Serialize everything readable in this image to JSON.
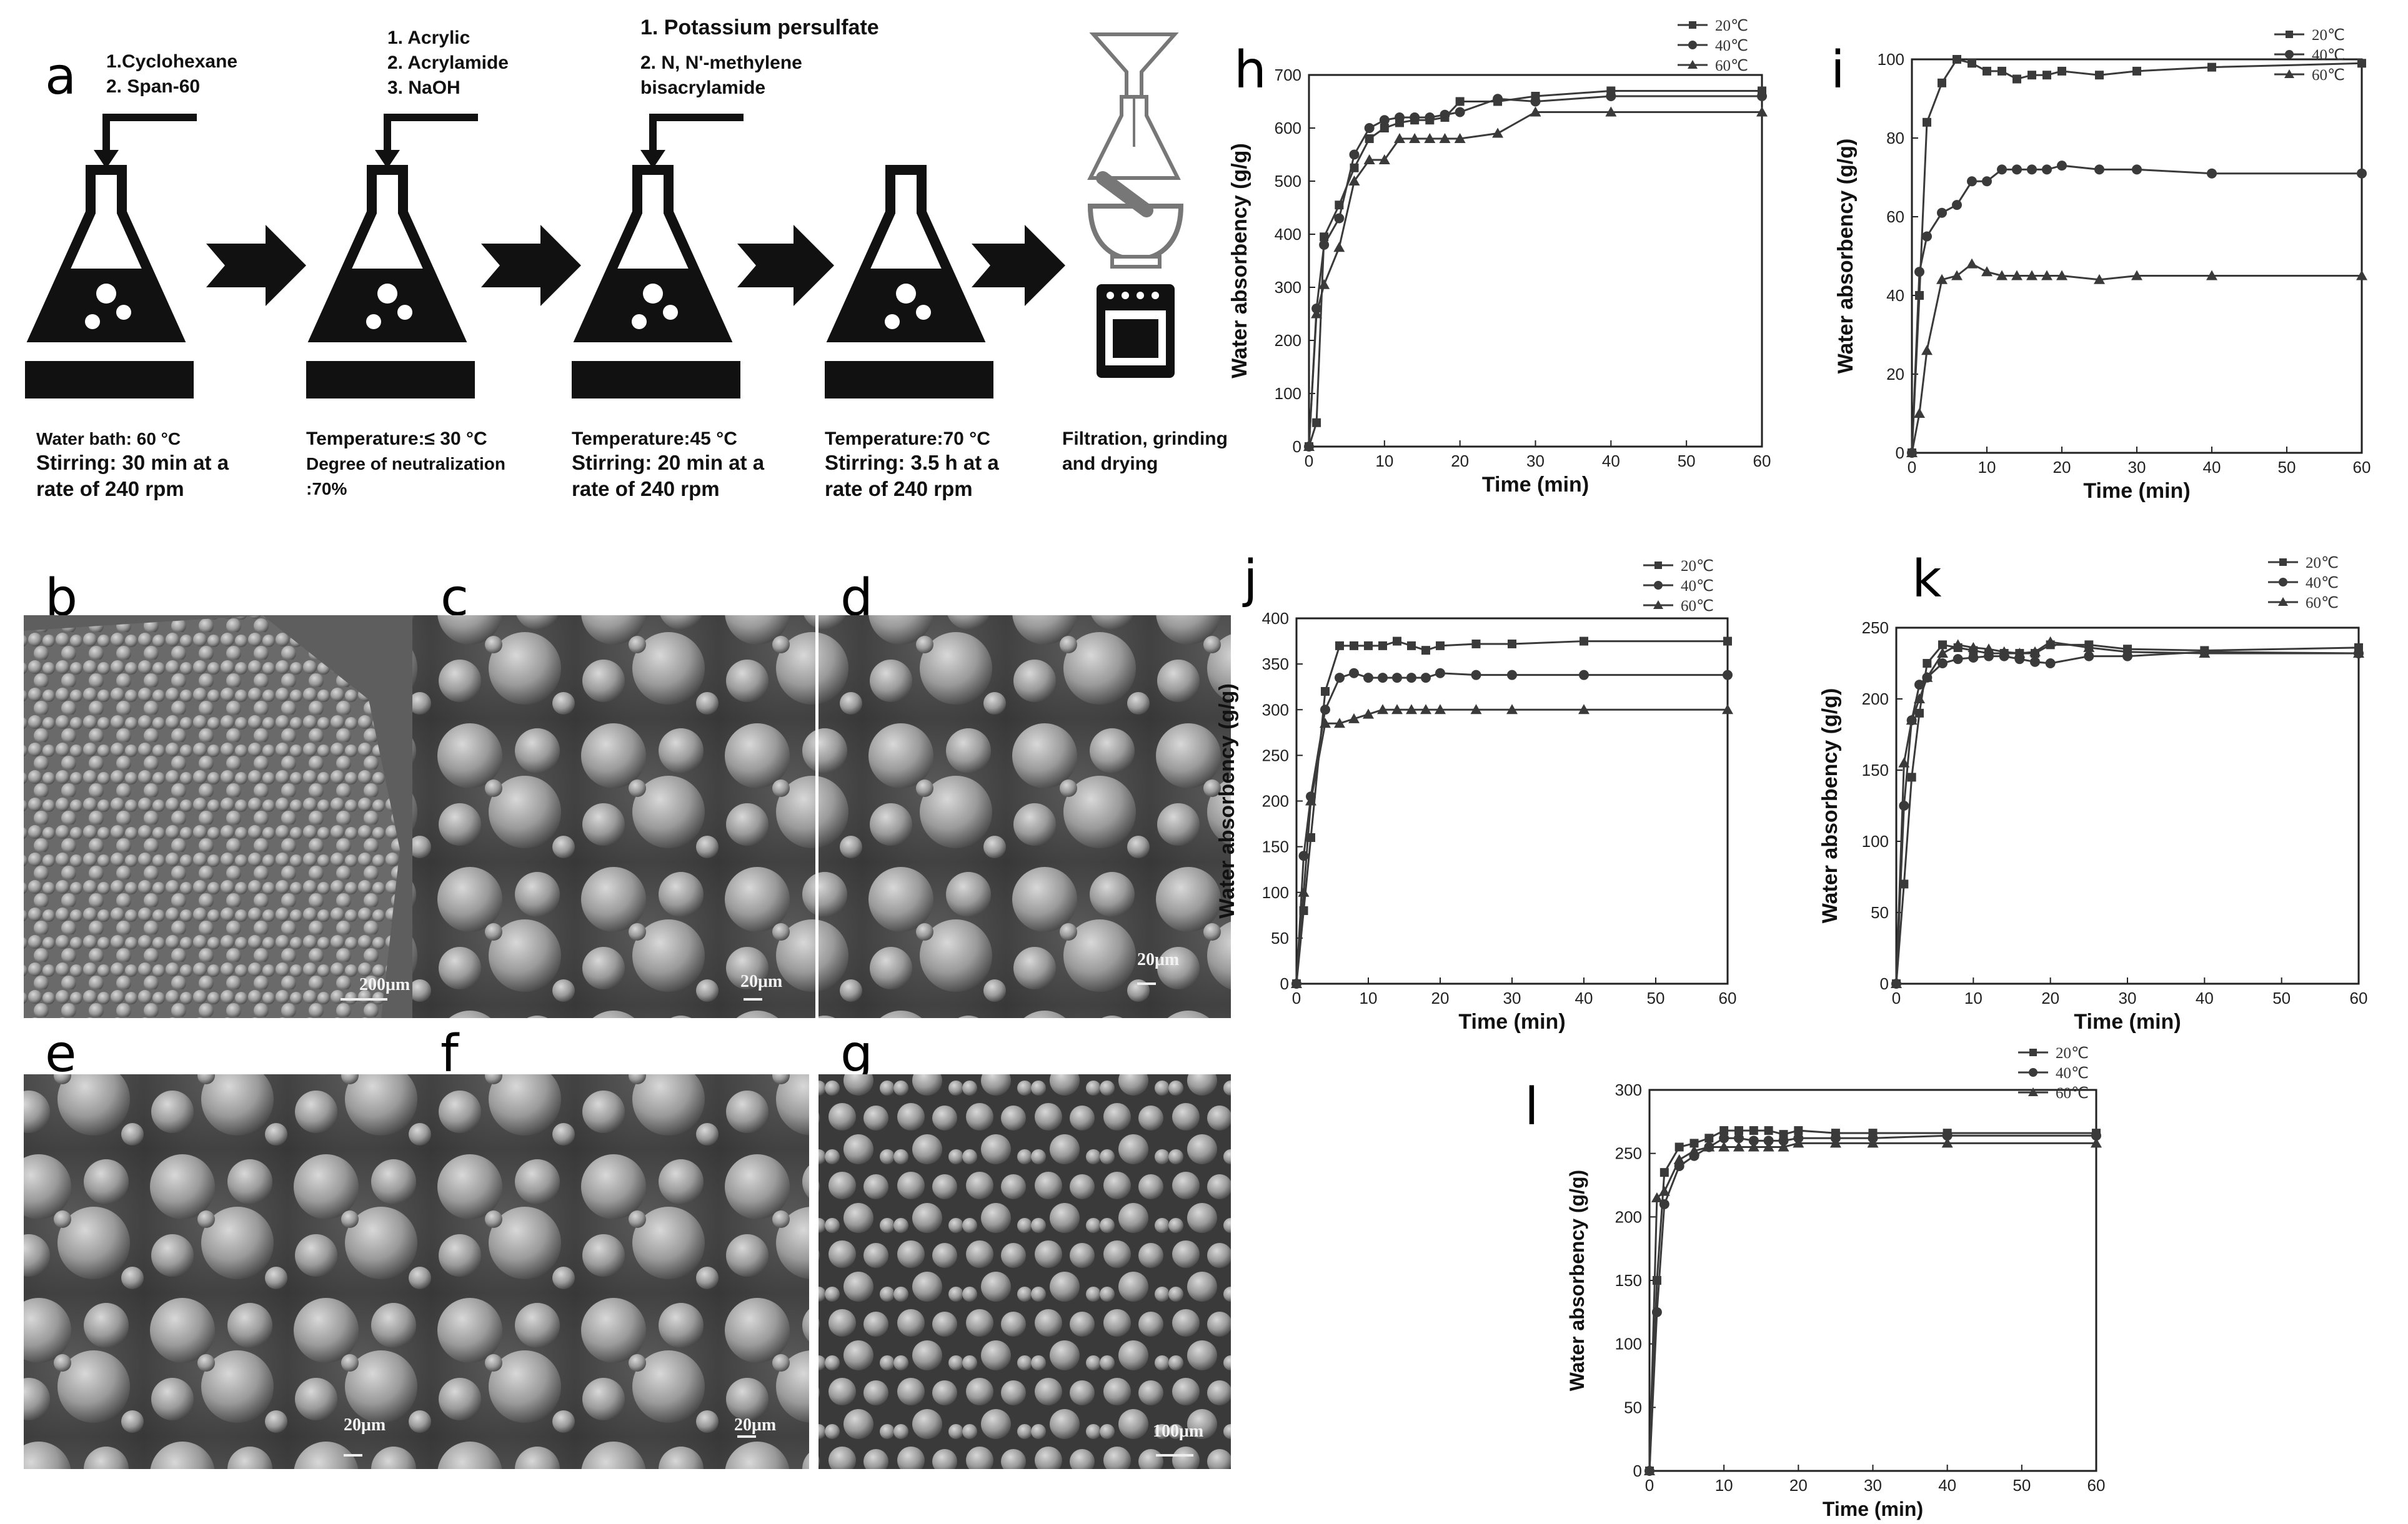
{
  "figure": {
    "panel_labels": {
      "a": "a",
      "b": "b",
      "c": "c",
      "d": "d",
      "e": "e",
      "f": "f",
      "g": "g"
    },
    "scheme": {
      "steps": [
        {
          "reagents": [
            "1.Cyclohexane",
            "2. Span-60"
          ],
          "conditions": [
            "Water bath: 60 °C",
            "Stirring:  30 min at a",
            "rate of 240 rpm"
          ]
        },
        {
          "reagents": [
            "1. Acrylic",
            "2. Acrylamide",
            "3. NaOH"
          ],
          "conditions": [
            "Temperature:≤ 30 °C",
            "Degree of neutralization",
            ":70%"
          ]
        },
        {
          "reagents": [
            "1. Potassium persulfate",
            "2. N, N'-methylene",
            "bisacrylamide"
          ],
          "conditions": [
            "Temperature:45 °C",
            "Stirring:  20 min at a",
            "rate of 240 rpm"
          ]
        },
        {
          "reagents": [],
          "conditions": [
            "Temperature:70 °C",
            "Stirring:   3.5  h  at  a",
            "rate of 240 rpm"
          ]
        }
      ],
      "final_step": [
        "Filtration, grinding",
        "and drying"
      ],
      "final_icons": [
        "funnel-flask-icon",
        "mortar-pestle-icon",
        "oven-icon"
      ]
    },
    "sem_scale_bars": {
      "b": "200μm",
      "c": "20μm",
      "d": "20μm",
      "e": "20μm",
      "f": "20μm",
      "g": "100μm"
    },
    "line_color": "#3a3a3a"
  },
  "chart_data": [
    {
      "panel": "h",
      "type": "line",
      "xlabel": "Time (min)",
      "ylabel": "Water absorbency (g/g)",
      "xlim": [
        0,
        60
      ],
      "ylim": [
        0,
        700
      ],
      "xticks": [
        0,
        10,
        20,
        30,
        40,
        50,
        60
      ],
      "yticks": [
        0,
        100,
        200,
        300,
        400,
        500,
        600,
        700
      ],
      "legend_position": "top-right",
      "series": [
        {
          "name": "20℃",
          "marker": "square",
          "x": [
            0,
            1,
            2,
            4,
            6,
            8,
            10,
            12,
            14,
            16,
            18,
            20,
            25,
            30,
            40,
            60
          ],
          "y": [
            0,
            45,
            395,
            455,
            525,
            580,
            600,
            610,
            615,
            615,
            620,
            650,
            650,
            660,
            670,
            670
          ]
        },
        {
          "name": "40℃",
          "marker": "circle",
          "x": [
            0,
            1,
            2,
            4,
            6,
            8,
            10,
            12,
            14,
            16,
            18,
            20,
            25,
            30,
            40,
            60
          ],
          "y": [
            0,
            260,
            380,
            430,
            550,
            600,
            615,
            620,
            620,
            620,
            625,
            630,
            655,
            650,
            660,
            660
          ]
        },
        {
          "name": "60℃",
          "marker": "triangle",
          "x": [
            0,
            1,
            2,
            4,
            6,
            8,
            10,
            12,
            14,
            16,
            18,
            20,
            25,
            30,
            40,
            60
          ],
          "y": [
            0,
            250,
            305,
            375,
            500,
            540,
            540,
            580,
            580,
            580,
            580,
            580,
            590,
            630,
            630,
            630
          ]
        }
      ]
    },
    {
      "panel": "i",
      "type": "line",
      "xlabel": "Time (min)",
      "ylabel": "Water absorbency (g/g)",
      "xlim": [
        0,
        60
      ],
      "ylim": [
        0,
        100
      ],
      "xticks": [
        0,
        10,
        20,
        30,
        40,
        50,
        60
      ],
      "yticks": [
        0,
        20,
        40,
        60,
        80,
        100
      ],
      "legend_position": "top-right",
      "series": [
        {
          "name": "20℃",
          "marker": "square",
          "x": [
            0,
            1,
            2,
            4,
            6,
            8,
            10,
            12,
            14,
            16,
            18,
            20,
            25,
            30,
            40,
            60
          ],
          "y": [
            0,
            40,
            84,
            94,
            100,
            99,
            97,
            97,
            95,
            96,
            96,
            97,
            96,
            97,
            98,
            99
          ]
        },
        {
          "name": "40℃",
          "marker": "circle",
          "x": [
            0,
            1,
            2,
            4,
            6,
            8,
            10,
            12,
            14,
            16,
            18,
            20,
            25,
            30,
            40,
            60
          ],
          "y": [
            0,
            46,
            55,
            61,
            63,
            69,
            69,
            72,
            72,
            72,
            72,
            73,
            72,
            72,
            71,
            71
          ]
        },
        {
          "name": "60℃",
          "marker": "triangle",
          "x": [
            0,
            1,
            2,
            4,
            6,
            8,
            10,
            12,
            14,
            16,
            18,
            20,
            25,
            30,
            40,
            60
          ],
          "y": [
            0,
            10,
            26,
            44,
            45,
            48,
            46,
            45,
            45,
            45,
            45,
            45,
            44,
            45,
            45,
            45
          ]
        }
      ]
    },
    {
      "panel": "j",
      "type": "line",
      "xlabel": "Time (min)",
      "ylabel": "Water absorbency (g/g)",
      "xlim": [
        0,
        60
      ],
      "ylim": [
        0,
        400
      ],
      "xticks": [
        0,
        10,
        20,
        30,
        40,
        50,
        60
      ],
      "yticks": [
        0,
        50,
        100,
        150,
        200,
        250,
        300,
        350,
        400
      ],
      "legend_position": "top-right",
      "series": [
        {
          "name": "20℃",
          "marker": "square",
          "x": [
            0,
            1,
            2,
            4,
            6,
            8,
            10,
            12,
            14,
            16,
            18,
            20,
            25,
            30,
            40,
            60
          ],
          "y": [
            0,
            80,
            160,
            320,
            370,
            370,
            370,
            370,
            375,
            370,
            365,
            370,
            372,
            372,
            375,
            375
          ]
        },
        {
          "name": "40℃",
          "marker": "circle",
          "x": [
            0,
            1,
            2,
            4,
            6,
            8,
            10,
            12,
            14,
            16,
            18,
            20,
            25,
            30,
            40,
            60
          ],
          "y": [
            0,
            140,
            205,
            300,
            335,
            340,
            335,
            335,
            335,
            335,
            335,
            340,
            338,
            338,
            338,
            338
          ]
        },
        {
          "name": "60℃",
          "marker": "triangle",
          "x": [
            0,
            1,
            2,
            4,
            6,
            8,
            10,
            12,
            14,
            16,
            18,
            20,
            25,
            30,
            40,
            60
          ],
          "y": [
            0,
            100,
            200,
            285,
            285,
            290,
            295,
            300,
            300,
            300,
            300,
            300,
            300,
            300,
            300,
            300
          ]
        }
      ]
    },
    {
      "panel": "k",
      "type": "line",
      "xlabel": "Time (min)",
      "ylabel": "Water absorbency (g/g)",
      "xlim": [
        0,
        60
      ],
      "ylim": [
        0,
        250
      ],
      "xticks": [
        0,
        10,
        20,
        30,
        40,
        50,
        60
      ],
      "yticks": [
        0,
        50,
        100,
        150,
        200,
        250
      ],
      "legend_position": "top-right",
      "series": [
        {
          "name": "20℃",
          "marker": "square",
          "x": [
            0,
            1,
            2,
            3,
            4,
            6,
            8,
            10,
            12,
            14,
            16,
            18,
            20,
            25,
            30,
            40,
            60
          ],
          "y": [
            0,
            70,
            145,
            190,
            225,
            238,
            236,
            234,
            232,
            232,
            232,
            232,
            238,
            238,
            235,
            234,
            236
          ]
        },
        {
          "name": "40℃",
          "marker": "circle",
          "x": [
            0,
            1,
            2,
            3,
            4,
            6,
            8,
            10,
            12,
            14,
            16,
            18,
            20,
            25,
            30,
            40,
            60
          ],
          "y": [
            0,
            125,
            185,
            210,
            215,
            225,
            228,
            229,
            230,
            230,
            228,
            226,
            225,
            230,
            230,
            233,
            232
          ]
        },
        {
          "name": "60℃",
          "marker": "triangle",
          "x": [
            0,
            1,
            2,
            3,
            4,
            6,
            8,
            10,
            12,
            14,
            16,
            18,
            20,
            25,
            30,
            40,
            60
          ],
          "y": [
            0,
            155,
            185,
            200,
            215,
            232,
            238,
            236,
            235,
            233,
            232,
            233,
            240,
            236,
            233,
            232,
            232
          ]
        }
      ]
    },
    {
      "panel": "l",
      "type": "line",
      "xlabel": "Time (min)",
      "ylabel": "Water absorbency (g/g)",
      "xlim": [
        0,
        60
      ],
      "ylim": [
        0,
        300
      ],
      "xticks": [
        0,
        10,
        20,
        30,
        40,
        50,
        60
      ],
      "yticks": [
        0,
        50,
        100,
        150,
        200,
        250,
        300
      ],
      "legend_position": "top-right",
      "series": [
        {
          "name": "20℃",
          "marker": "square",
          "x": [
            0,
            1,
            2,
            4,
            6,
            8,
            10,
            12,
            14,
            16,
            18,
            20,
            25,
            30,
            40,
            60
          ],
          "y": [
            0,
            150,
            235,
            255,
            258,
            262,
            268,
            268,
            268,
            268,
            265,
            268,
            266,
            266,
            266,
            266
          ]
        },
        {
          "name": "40℃",
          "marker": "circle",
          "x": [
            0,
            1,
            2,
            4,
            6,
            8,
            10,
            12,
            14,
            16,
            18,
            20,
            25,
            30,
            40,
            60
          ],
          "y": [
            0,
            125,
            210,
            240,
            248,
            255,
            262,
            262,
            260,
            260,
            260,
            262,
            262,
            262,
            264,
            264
          ]
        },
        {
          "name": "60℃",
          "marker": "triangle",
          "x": [
            0,
            1,
            2,
            4,
            6,
            8,
            10,
            12,
            14,
            16,
            18,
            20,
            25,
            30,
            40,
            60
          ],
          "y": [
            0,
            215,
            220,
            245,
            252,
            255,
            255,
            255,
            255,
            255,
            255,
            258,
            258,
            258,
            258,
            258
          ]
        }
      ]
    }
  ]
}
